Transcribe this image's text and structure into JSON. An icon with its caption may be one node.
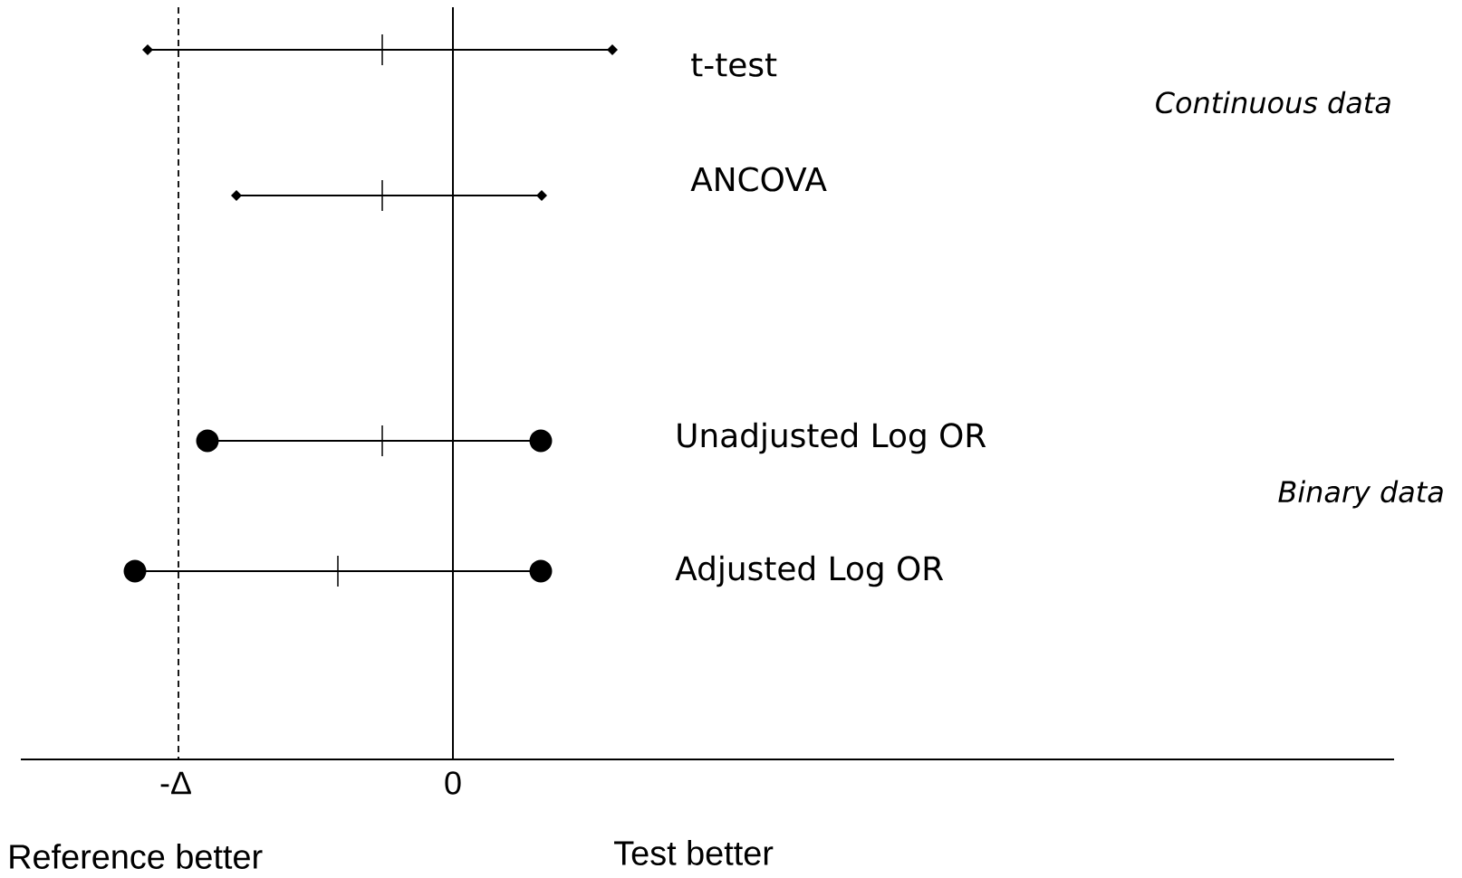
{
  "diagram": {
    "labels": [
      "t-test",
      "Continuous data",
      "ANCOVA",
      "Unadjusted Log OR",
      "Binary data",
      "Adjusted Log OR",
      "-Δ",
      "0",
      "Reference better",
      "Test better"
    ]
  }
}
